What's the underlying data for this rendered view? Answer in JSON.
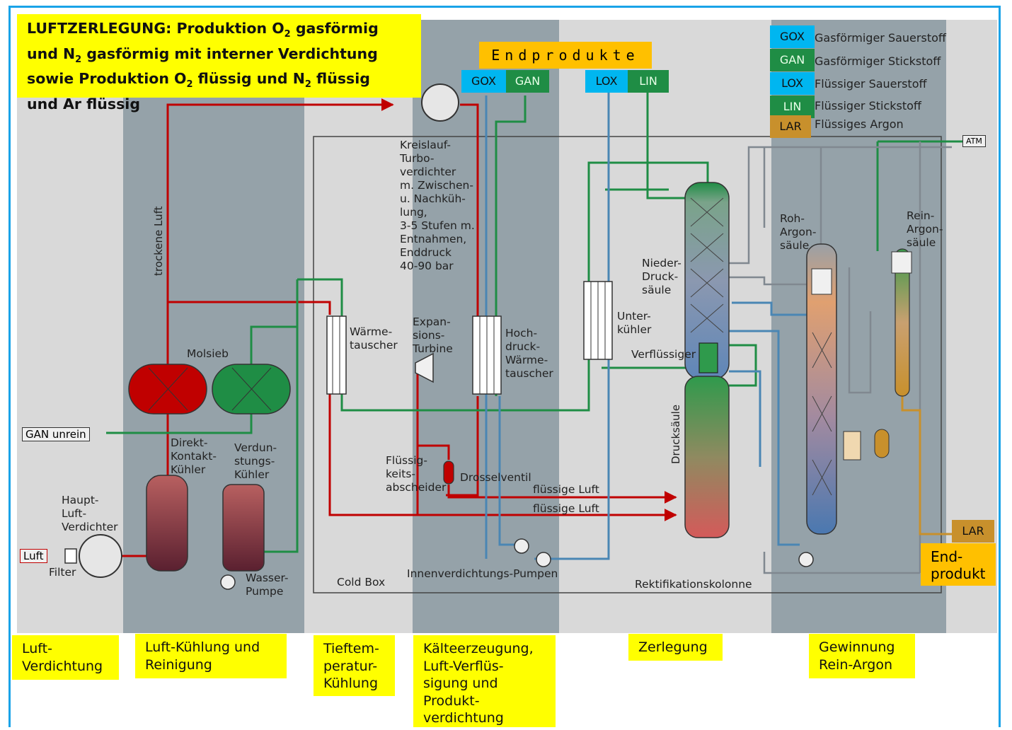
{
  "title": {
    "line1_a": "LUFTZERLEGUNG: Produktion O",
    "line1_sub": "2",
    "line1_b": " gasförmig",
    "line2_a": "und N",
    "line2_sub": "2",
    "line2_b": " gasförmig mit interner Verdichtung",
    "line3_a": "sowie Produktion O",
    "line3_sub": "2",
    "line3_b": " flüssig und N",
    "line3_sub2": "2",
    "line3_c": " flüssig",
    "line4": "und Ar flüssig"
  },
  "endprodukte": {
    "label": "Endprodukte",
    "gox": "GOX",
    "gan": "GAN",
    "lox": "LOX",
    "lin": "LIN"
  },
  "legend": [
    {
      "code": "GOX",
      "text": "Gasförmiger Sauerstoff",
      "color": "#00b6f0"
    },
    {
      "code": "GAN",
      "text": "Gasförmiger Stickstoff",
      "color": "#1f8d45"
    },
    {
      "code": "LOX",
      "text": "Flüssiger Sauerstoff",
      "color": "#00b6f0"
    },
    {
      "code": "LIN",
      "text": "Flüssiger Stickstoff",
      "color": "#1f8d45"
    },
    {
      "code": "LAR",
      "text": "Flüssiges Argon",
      "color": "#c8902c"
    }
  ],
  "labels": {
    "atm": "ATM",
    "kreislauf": "Kreislauf-\nTurbo-\nverdichter\nm. Zwischen-\nu. Nachküh-\nlung,\n3-5 Stufen m.\nEntnahmen,\nEnddruck\n40-90 bar",
    "trockene_luft": "trockene Luft",
    "molsieb": "Molsieb",
    "gan_unrein": "GAN unrein",
    "direkt": "Direkt-\nKontakt-\nKühler",
    "verdunstung": "Verdun-\nstungs-\nKühler",
    "haupt": "Haupt-\nLuft-\nVerdichter",
    "luft": "Luft",
    "filter": "Filter",
    "wasser": "Wasser-\nPumpe",
    "waermetauscher": "Wärme-\ntauscher",
    "expansion": "Expan-\nsions-\nTurbine",
    "hochdruck": "Hoch-\ndruck-\nWärme-\ntauscher",
    "unterkuehler": "Unter-\nkühler",
    "niederdruck": "Nieder-\nDruck-\nsäule",
    "verfluessiger": "Verflüssiger",
    "drucksaeule": "Drucksäule",
    "rohargon": "Roh-\nArgon-\nsäule",
    "reinargon": "Rein-\nArgon-\nsäule",
    "fluessigkeit": "Flüssig-\nkeits-\nabscheider",
    "drossel": "Drosselventil",
    "fl_luft1": "flüssige Luft",
    "fl_luft2": "flüssige Luft",
    "coldbox": "Cold Box",
    "pumpen": "Innenverdichtungs-Pumpen",
    "rektifikation": "Rektifikationskolonne",
    "lar": "LAR",
    "endprodukt": "End-\nprodukt"
  },
  "stages": [
    "Luft-\nVerdichtung",
    "Luft-Kühlung und\nReinigung",
    "Tieftem-\nperatur-\nKühlung",
    "Kälteerzeugung,\nLuft-Verflüs-\nsigung und\nProdukt-\nverdichtung",
    "Zerlegung",
    "Gewinnung\nRein-Argon"
  ],
  "colors": {
    "air": "#c00000",
    "nitrogen": "#1f8d45",
    "oxygen": "#4a86b4",
    "argon": "#c8902c",
    "highlight": "#ffff00",
    "frame": "#1aa3e8"
  }
}
